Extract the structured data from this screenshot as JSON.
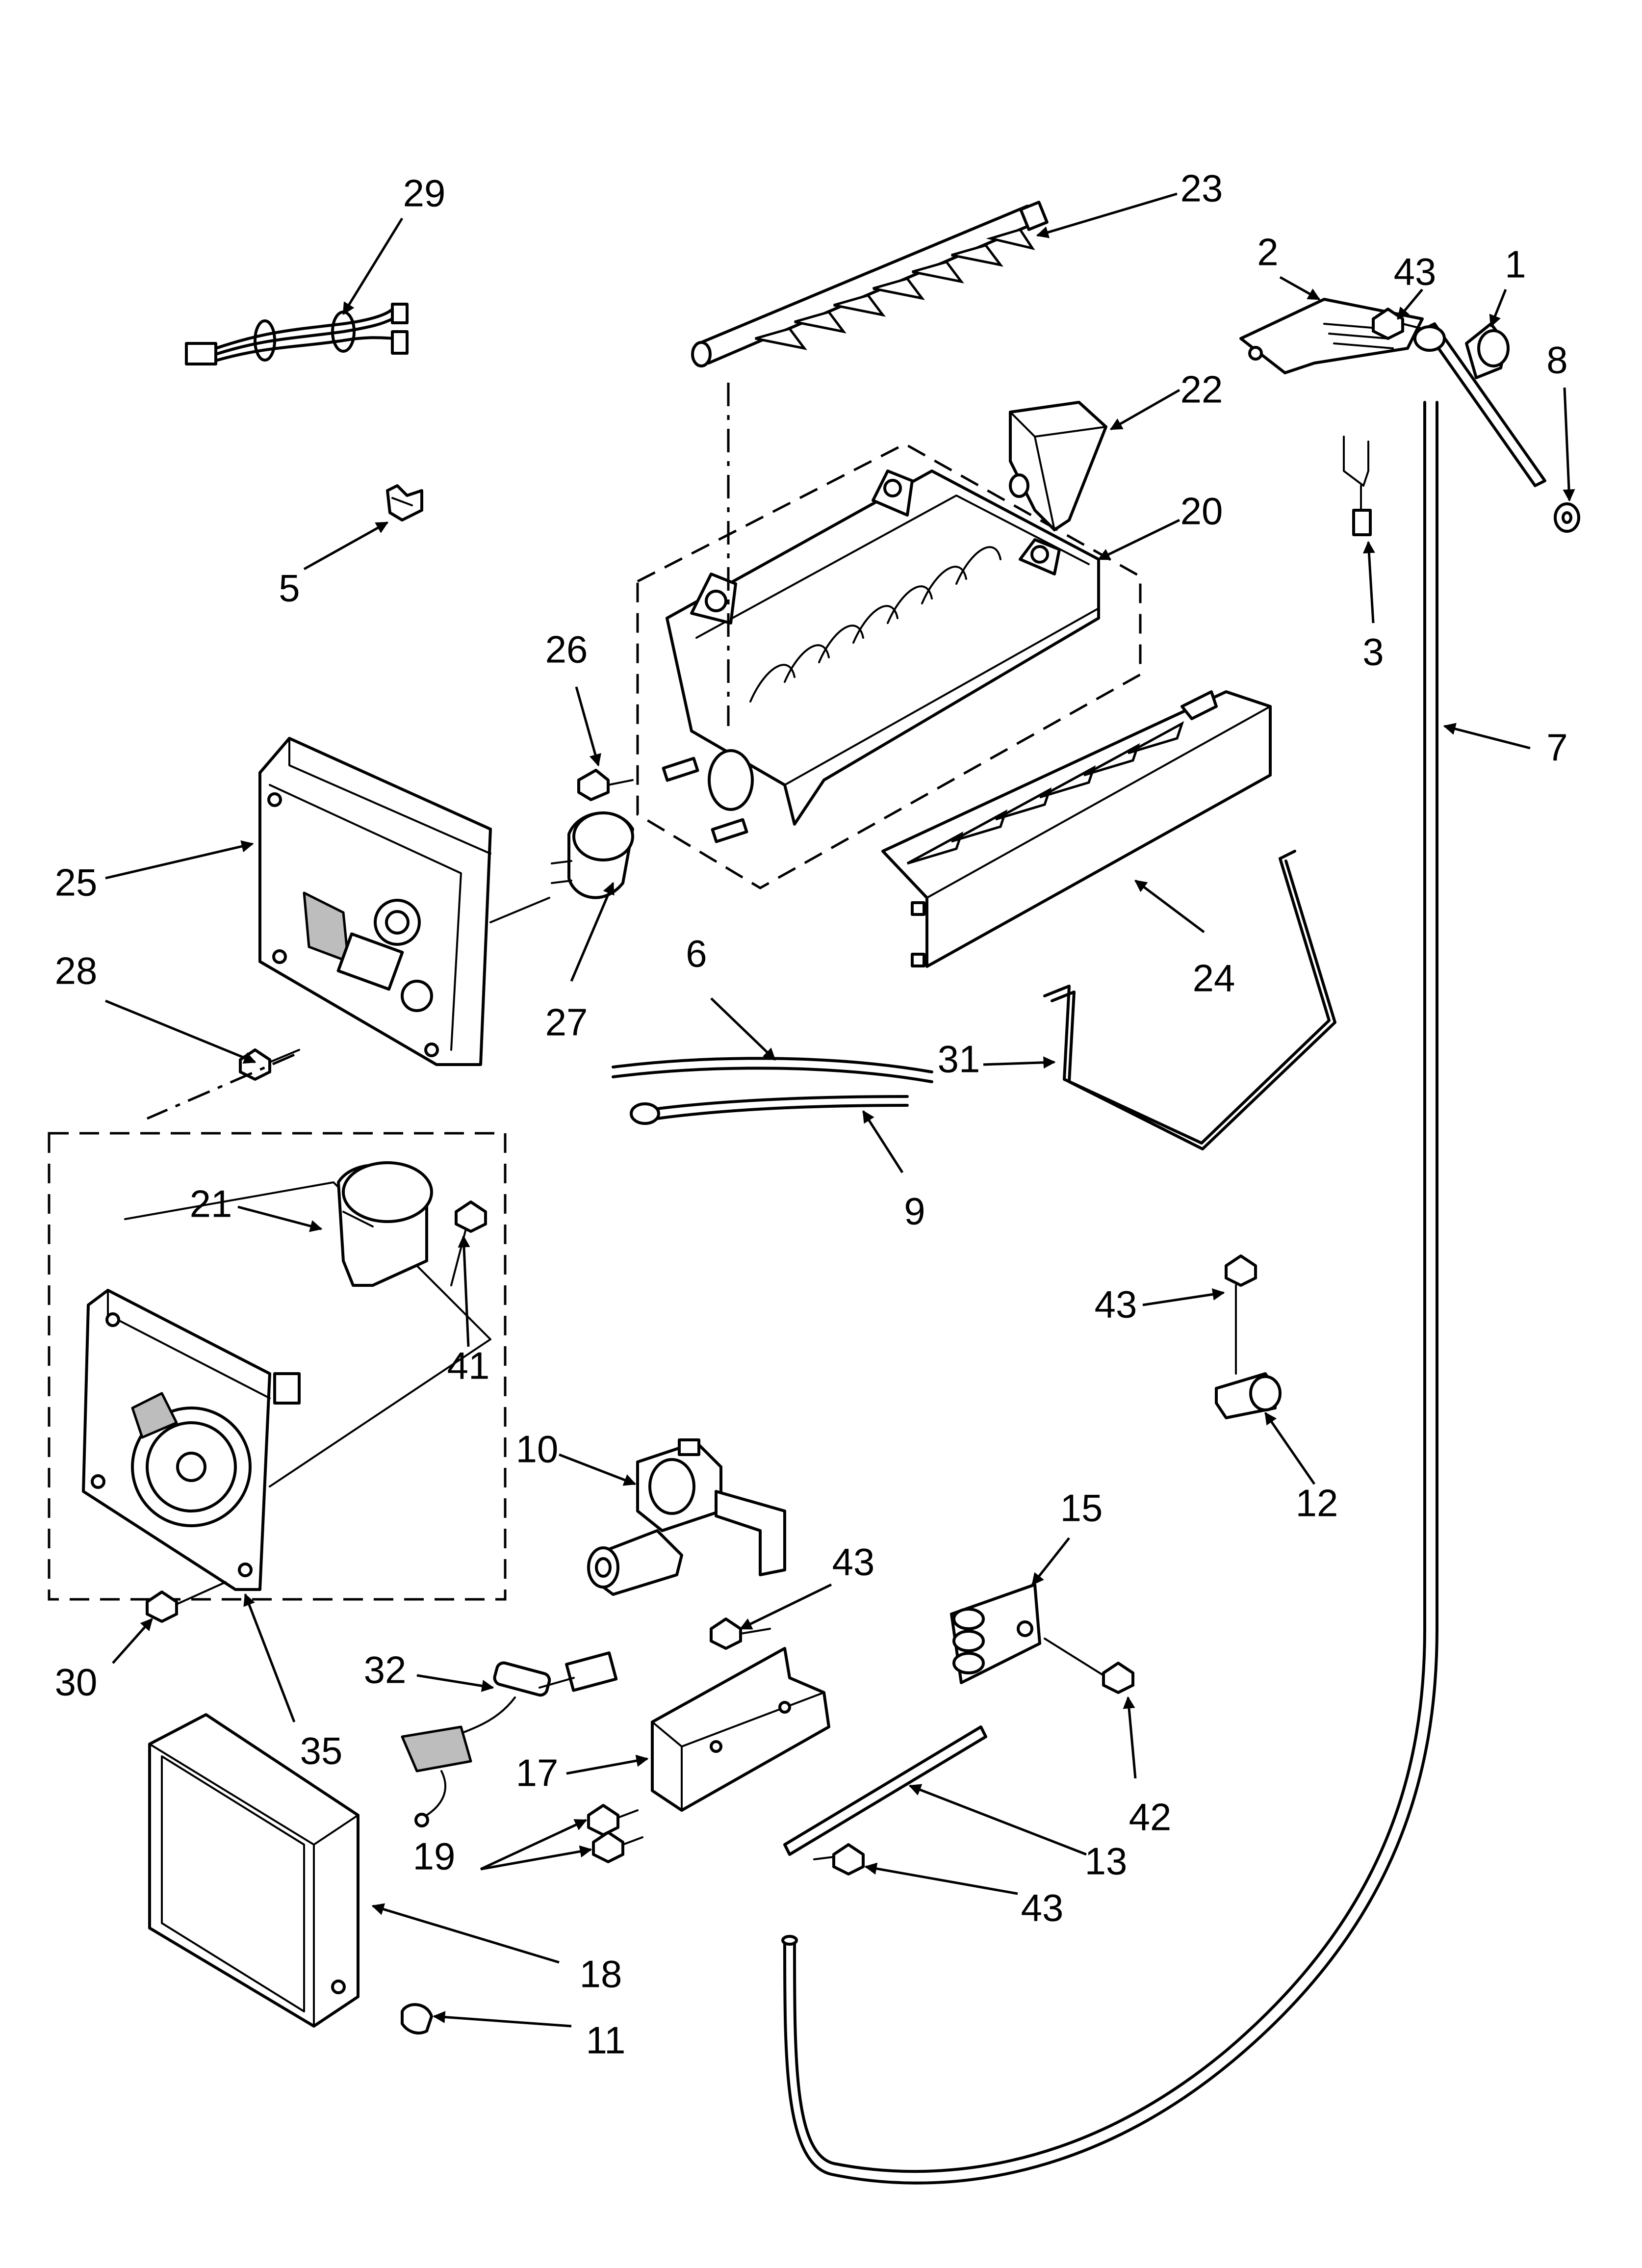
{
  "labels": {
    "p1": "1",
    "p2": "2",
    "p3": "3",
    "p5": "5",
    "p6": "6",
    "p7": "7",
    "p8": "8",
    "p9": "9",
    "p10": "10",
    "p11": "11",
    "p12": "12",
    "p13": "13",
    "p15": "15",
    "p17": "17",
    "p18": "18",
    "p19": "19",
    "p20": "20",
    "p21": "21",
    "p22": "22",
    "p23": "23",
    "p24": "24",
    "p25": "25",
    "p26": "26",
    "p27": "27",
    "p28": "28",
    "p29": "29",
    "p30": "30",
    "p31": "31",
    "p32": "32",
    "p35": "35",
    "p41": "41",
    "p42": "42",
    "p43a": "43",
    "p43b": "43",
    "p43c": "43",
    "p43d": "43"
  },
  "colors": {
    "ink": "#000000",
    "paper": "#ffffff",
    "shade": "#bdbdbd"
  }
}
